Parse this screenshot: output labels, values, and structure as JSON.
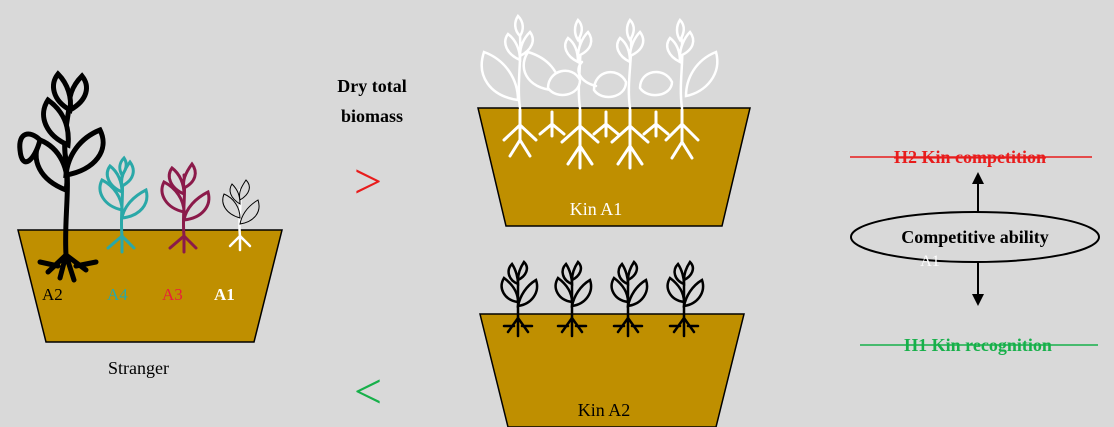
{
  "stranger_pot": {
    "labels": [
      {
        "text": "A2",
        "color": "#000000",
        "bold": false
      },
      {
        "text": "A4",
        "color": "#2aa8a8",
        "bold": false
      },
      {
        "text": "A3",
        "color": "#e8203a",
        "bold": false
      },
      {
        "text": "A1",
        "color": "#ffffff",
        "bold": true
      }
    ],
    "caption": "Stranger"
  },
  "comparison": {
    "heading_line1": "Dry total",
    "heading_line2": "biomass",
    "greater_symbol": ">",
    "greater_color": "#e81c1c",
    "less_symbol": "<",
    "less_color": "#17b04a"
  },
  "kin_pots": {
    "kin_a1_label": "Kin A1",
    "kin_a2_label": "Kin A2"
  },
  "hypotheses": {
    "h2": {
      "text": "H2 Kin competition",
      "color": "#e81c1c",
      "struck": true
    },
    "center": "Competitive ability",
    "center_sub": "A1",
    "h1": {
      "text": "H1 Kin recognition",
      "color": "#17b04a",
      "struck": true
    }
  },
  "colors": {
    "background": "#d9d9d9",
    "soil": "#bf8f00",
    "plant_a2": "#000000",
    "plant_a4": "#2aa8a8",
    "plant_a3": "#8b1a4a",
    "plant_a1": "#ffffff"
  }
}
